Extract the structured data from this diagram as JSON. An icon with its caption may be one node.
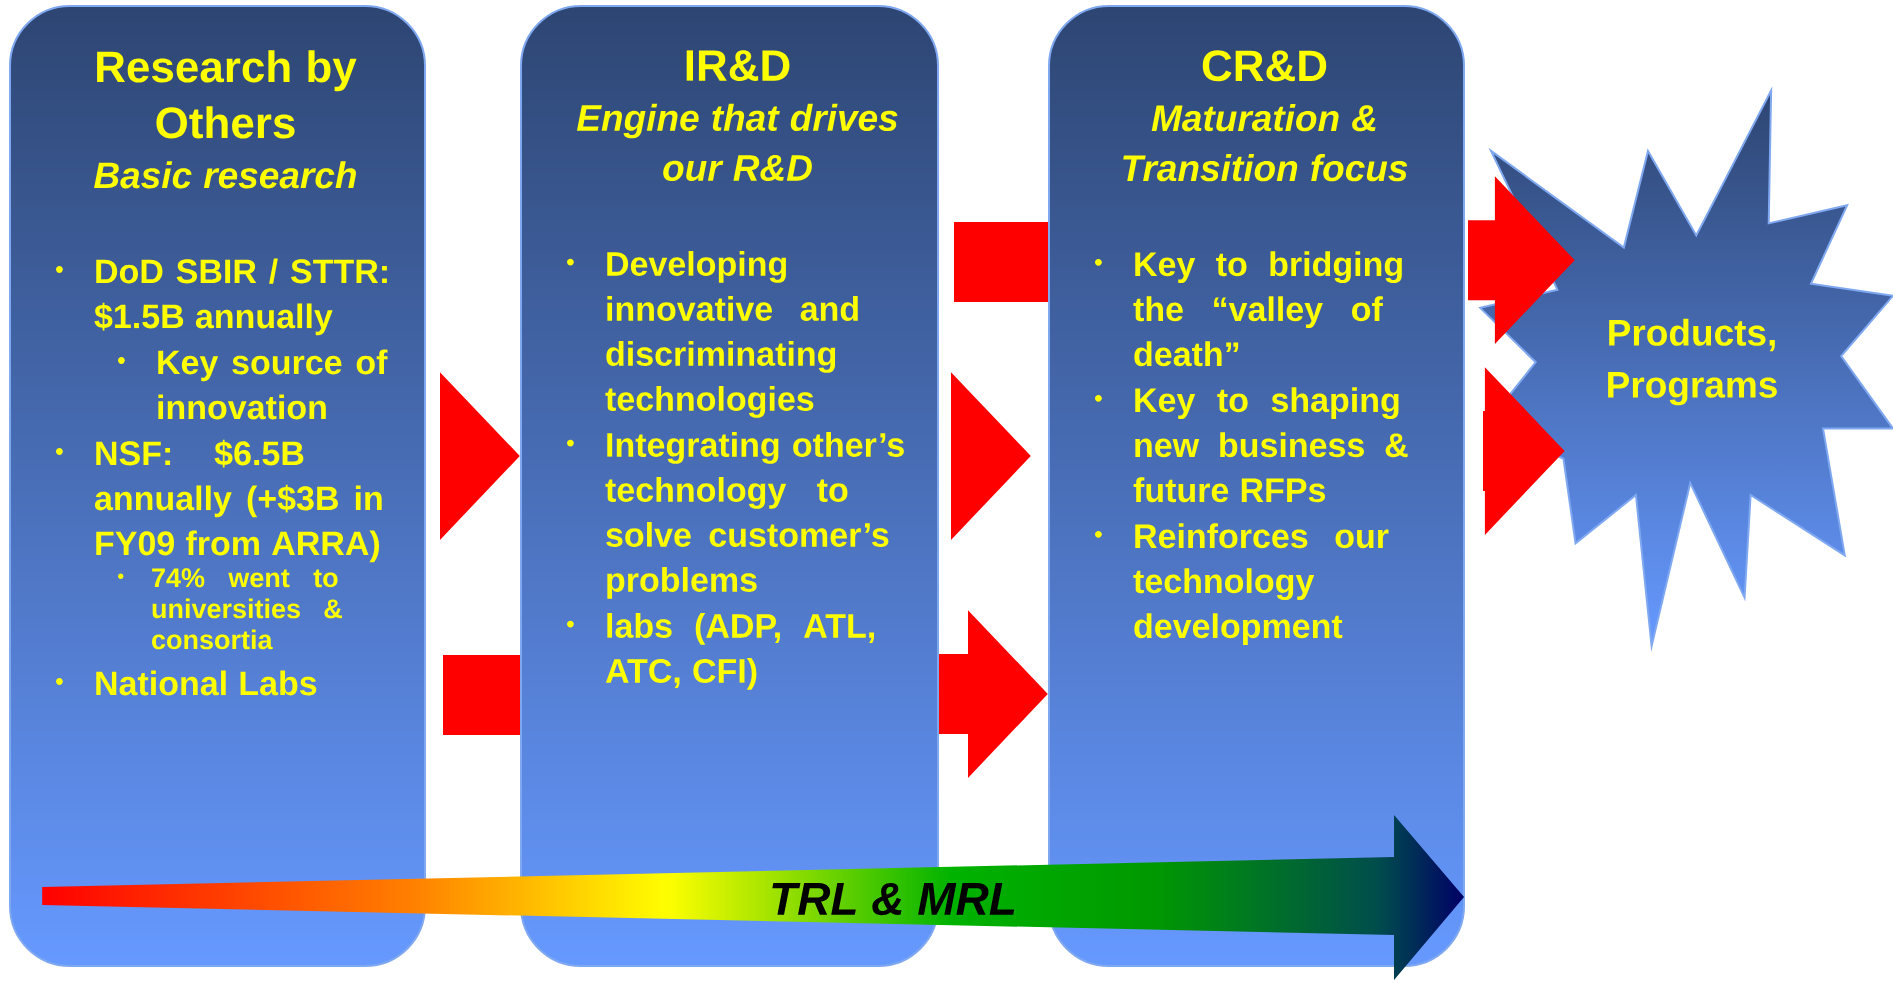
{
  "diagram": {
    "nodes": [
      {
        "text": [
          "Research by Others",
          "Basic research",
          "DoD SBIR / STTR: $1.5B annually",
          "Key source of innovation",
          "NSF: $6.5B annually (+$3B in FY09 from ARRA)",
          "74% went to universities & consortia",
          "National Labs"
        ]
      },
      {
        "text": [
          "IR&D",
          "Engine that drives our R&D",
          "Developing innovative and discriminating technologies",
          "Integrating other’s technology to solve customer’s problems",
          "labs (ADP, ATL, ATC, CFI)"
        ]
      },
      {
        "text": [
          "CR&D",
          "Maturation & Transition focus",
          "Key to bridging the “valley of death”",
          "Key to shaping new business & future RFPs",
          "Reinforces our technology development"
        ]
      },
      {
        "text": [
          "Products, Programs"
        ]
      }
    ],
    "edges": [
      {
        "from": 0,
        "to": 1,
        "arrow": "to"
      },
      {
        "from": 0,
        "to": 1,
        "arrow": "none"
      },
      {
        "from": 1,
        "to": 2,
        "arrow": "none"
      },
      {
        "from": 1,
        "to": 2,
        "arrow": "to"
      },
      {
        "from": 1,
        "to": 2,
        "arrow": "to"
      },
      {
        "from": 2,
        "to": 3,
        "arrow": "to"
      },
      {
        "from": 2,
        "to": 3,
        "arrow": "to"
      }
    ],
    "labels": [
      "TRL & MRL"
    ]
  }
}
